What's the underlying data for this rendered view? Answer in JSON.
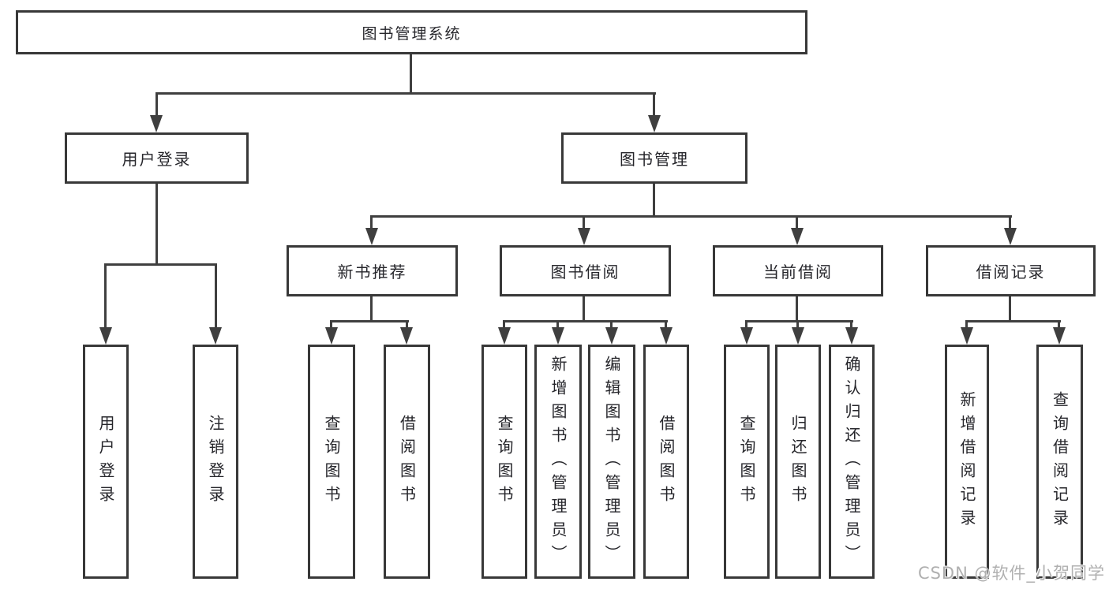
{
  "title": "图书管理系统",
  "watermark": "CSDN @软件_小贺同学",
  "colors": {
    "background": "#ffffff",
    "box_border": "#383838",
    "connector_line": "#3f3f3f",
    "text": "#26262b",
    "watermark_text": "#b0b0b0"
  },
  "nodes": {
    "root": {
      "label": "图书管理系统"
    },
    "user_login": {
      "label": "用户登录"
    },
    "book_mgmt": {
      "label": "图书管理"
    },
    "new_book_rec": {
      "label": "新书推荐"
    },
    "book_borrow": {
      "label": "图书借阅"
    },
    "current_borrow": {
      "label": "当前借阅"
    },
    "borrow_records": {
      "label": "借阅记录"
    },
    "leaf_user_login": {
      "label": "用户登录"
    },
    "leaf_logout": {
      "label": "注销登录"
    },
    "leaf_nb_query": {
      "label": "查询图书"
    },
    "leaf_nb_borrow": {
      "label": "借阅图书"
    },
    "leaf_bb_query": {
      "label": "查询图书"
    },
    "leaf_bb_add": {
      "label": "新增图书（管理员）"
    },
    "leaf_bb_edit": {
      "label": "编辑图书（管理员）"
    },
    "leaf_bb_borrow": {
      "label": "借阅图书"
    },
    "leaf_cb_query": {
      "label": "查询图书"
    },
    "leaf_cb_return": {
      "label": "归还图书"
    },
    "leaf_cb_confirm": {
      "label": "确认归还（管理员）"
    },
    "leaf_br_add": {
      "label": "新增借阅记录"
    },
    "leaf_br_query": {
      "label": "查询借阅记录"
    }
  },
  "hierarchy": {
    "图书管理系统": {
      "用户登录": [
        "用户登录",
        "注销登录"
      ],
      "图书管理": {
        "新书推荐": [
          "查询图书",
          "借阅图书"
        ],
        "图书借阅": [
          "查询图书",
          "新增图书（管理员）",
          "编辑图书（管理员）",
          "借阅图书"
        ],
        "当前借阅": [
          "查询图书",
          "归还图书",
          "确认归还（管理员）"
        ],
        "借阅记录": [
          "新增借阅记录",
          "查询借阅记录"
        ]
      }
    }
  }
}
